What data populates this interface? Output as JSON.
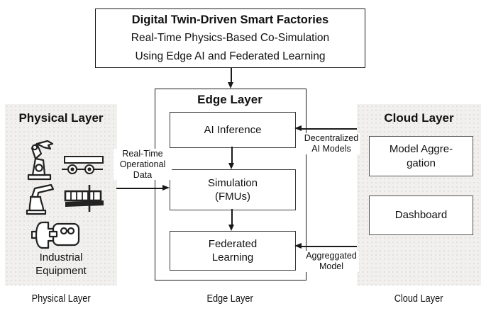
{
  "colors": {
    "line": "#1a1a1a",
    "panel_bg": "#f1f0ee",
    "box_border": "#3a3a3a",
    "text": "#111111"
  },
  "title_box": {
    "title": "Digital Twin-Driven Smart Factories",
    "subtitle1": "Real-Time Physics-Based Co-Simulation",
    "subtitle2": "Using Edge AI and Federated Learning"
  },
  "physical_layer": {
    "title": "Physical Layer",
    "equipment_label": "Industrial\nEquipment",
    "caption": "Physical Layer",
    "icons": [
      "robot-arm-icon",
      "trailer-icon",
      "robot-press-icon",
      "conveyor-icon",
      "motor-icon"
    ]
  },
  "edge_layer": {
    "title": "Edge Layer",
    "caption": "Edge Layer",
    "boxes": {
      "ai": "AI Inference",
      "sim": "Simulation\n(FMUs)",
      "fed": "Federated\nLearning"
    }
  },
  "cloud_layer": {
    "title": "Cloud Layer",
    "caption": "Cloud Layer",
    "boxes": {
      "agg": "Model Aggre-\ngation",
      "dash": "Dashboard"
    }
  },
  "flow_labels": {
    "real_time": "Real-Time\nOperational\nData",
    "decentralized": "Decentralized\nAI Models",
    "aggregated": "Aggreggated\nModel"
  }
}
